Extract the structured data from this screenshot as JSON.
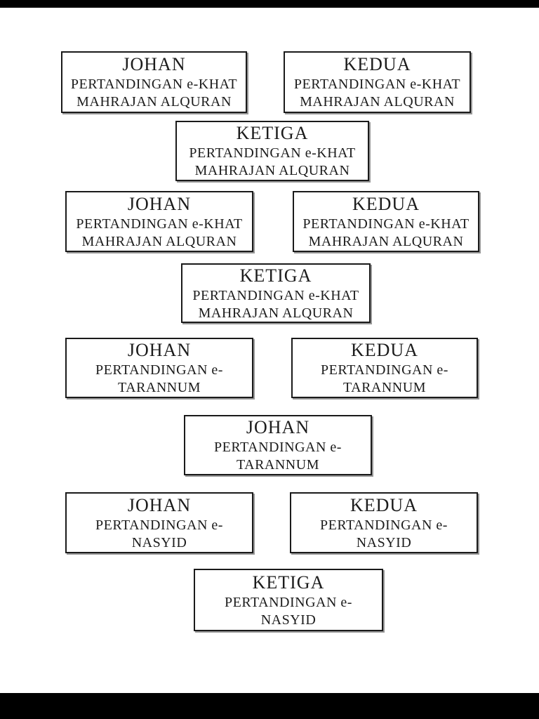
{
  "document": {
    "kind": "award-labels-page",
    "colors": {
      "page_background": "#ffffff",
      "letterbox_bars": "#000000",
      "box_border": "#1a1a1a",
      "text": "#1c1c1c"
    }
  },
  "boxes": [
    {
      "title": "JOHAN",
      "line1": "PERTANDINGAN e-KHAT",
      "line2": "MAHRAJAN ALQURAN"
    },
    {
      "title": "KEDUA",
      "line1": "PERTANDINGAN e-KHAT",
      "line2": "MAHRAJAN ALQURAN"
    },
    {
      "title": "KETIGA",
      "line1": "PERTANDINGAN e-KHAT",
      "line2": "MAHRAJAN ALQURAN"
    },
    {
      "title": "JOHAN",
      "line1": "PERTANDINGAN e-KHAT",
      "line2": "MAHRAJAN ALQURAN"
    },
    {
      "title": "KEDUA",
      "line1": "PERTANDINGAN e-KHAT",
      "line2": "MAHRAJAN ALQURAN"
    },
    {
      "title": "KETIGA",
      "line1": "PERTANDINGAN e-KHAT",
      "line2": "MAHRAJAN ALQURAN"
    },
    {
      "title": "JOHAN",
      "line1": "PERTANDINGAN e-",
      "line2": "TARANNUM"
    },
    {
      "title": "KEDUA",
      "line1": "PERTANDINGAN e-",
      "line2": "TARANNUM"
    },
    {
      "title": "JOHAN",
      "line1": "PERTANDINGAN e-",
      "line2": "TARANNUM"
    },
    {
      "title": "JOHAN",
      "line1": "PERTANDINGAN e-",
      "line2": "NASYID"
    },
    {
      "title": "KEDUA",
      "line1": "PERTANDINGAN e-",
      "line2": "NASYID"
    },
    {
      "title": "KETIGA",
      "line1": "PERTANDINGAN e-",
      "line2": "NASYID"
    }
  ]
}
